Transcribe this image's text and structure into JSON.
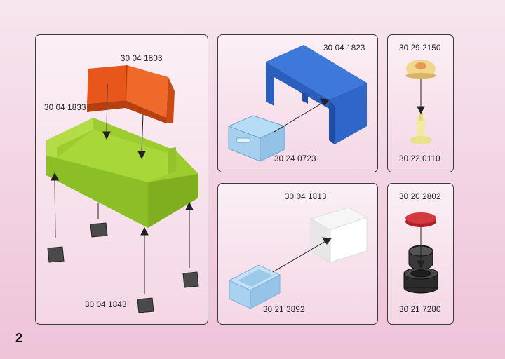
{
  "page_number": "2",
  "panels": {
    "sofa": {
      "codes": {
        "backrest": "30 04 1803",
        "seat": "30 04 1833",
        "leg": "30 04 1843"
      }
    },
    "desk": {
      "codes": {
        "desk": "30 04 1823",
        "drawer": "30 24 0723"
      }
    },
    "lamp": {
      "codes": {
        "shade": "30 29 2150",
        "base": "30 22 0110"
      }
    },
    "cube": {
      "codes": {
        "cube": "30 04 1813",
        "basket": "30 21 3892"
      }
    },
    "stool": {
      "codes": {
        "seat": "30 20 2802",
        "base": "30 21 7280"
      }
    }
  }
}
